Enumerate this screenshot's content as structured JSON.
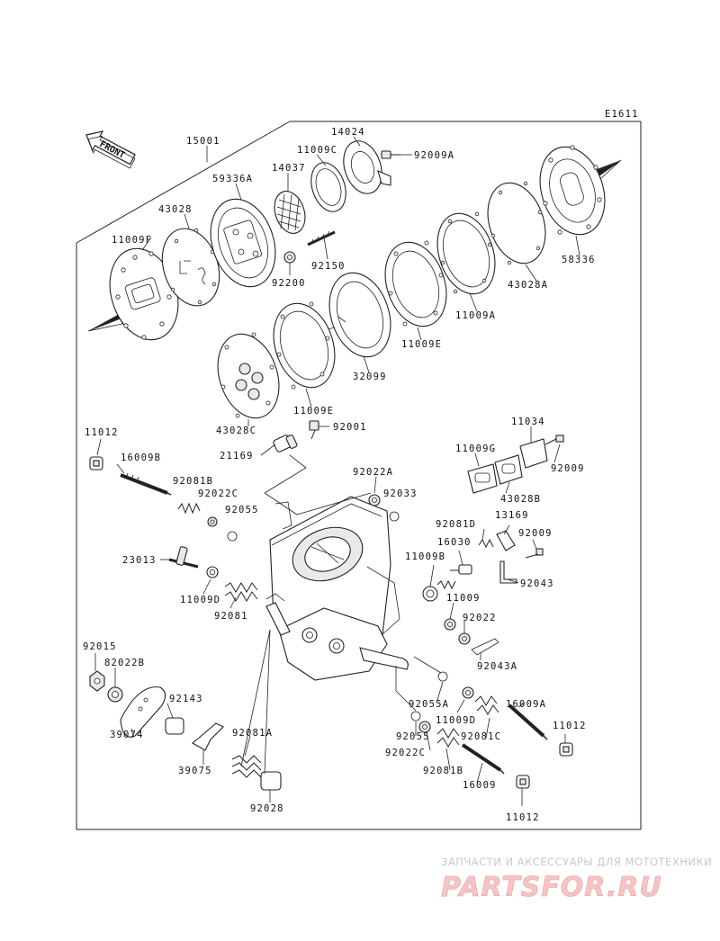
{
  "diagram_code": "E1611",
  "front_label": "FRONT",
  "part_labels": {
    "p15001": "15001",
    "p14024": "14024",
    "p11009C": "11009C",
    "p92009A": "92009A",
    "p14037": "14037",
    "p59336A": "59336A",
    "p43028": "43028",
    "p11009F": "11009F",
    "p92150": "92150",
    "p92200": "92200",
    "p58336": "58336",
    "p43028A": "43028A",
    "p11009A": "11009A",
    "p11009E_1": "11009E",
    "p32099": "32099",
    "p11009E_2": "11009E",
    "p43028C": "43028C",
    "p11012_1": "11012",
    "p16009B": "16009B",
    "p92001": "92001",
    "p21169": "21169",
    "p11034": "11034",
    "p11009G": "11009G",
    "p92009_1": "92009",
    "p43028B": "43028B",
    "p92081B_1": "92081B",
    "p92022C_1": "92022C",
    "p92055_1": "92055",
    "p92022A": "92022A",
    "p92033": "92033",
    "p92081D": "92081D",
    "p13169": "13169",
    "p92009_2": "92009",
    "p16030": "16030",
    "p23013": "23013",
    "p11009B": "11009B",
    "p92043": "92043",
    "p11009D_1": "11009D",
    "p92081": "92081",
    "p11009": "11009",
    "p92022": "92022",
    "p92043A": "92043A",
    "p92015": "92015",
    "p82022B": "82022B",
    "p92143": "92143",
    "p39074": "39074",
    "p92081A": "92081A",
    "p39075": "39075",
    "p92028": "92028",
    "p92055A": "92055A",
    "p16009A": "16009A",
    "p11009D_2": "11009D",
    "p11012_2": "11012",
    "p92081C": "92081C",
    "p92055_2": "92055",
    "p92022C_2": "92022C",
    "p92081B_2": "92081B",
    "p16009": "16009",
    "p11012_3": "11012"
  },
  "watermark": {
    "subtitle": "ЗАПЧАСТИ И АКСЕССУАРЫ ДЛЯ МОТОТЕХНИКИ",
    "brand": "PARTSFOR.RU"
  }
}
